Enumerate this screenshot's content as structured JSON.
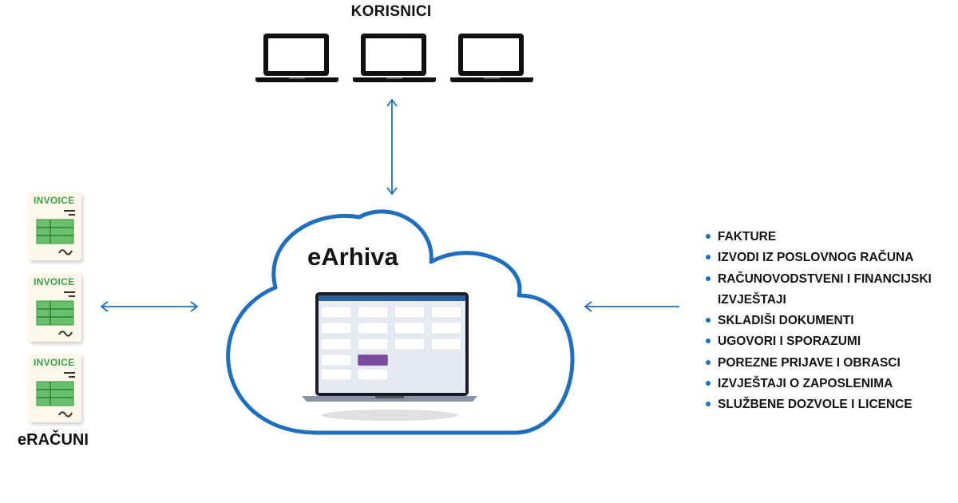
{
  "users": {
    "title": "KORISNICI",
    "laptops": [
      {
        "icon": "laptop-icon"
      },
      {
        "icon": "laptop-icon"
      },
      {
        "icon": "laptop-icon"
      }
    ]
  },
  "einvoices": {
    "label": "eRAČUNI",
    "cards": [
      {
        "word": "INVOICE"
      },
      {
        "word": "INVOICE"
      },
      {
        "word": "INVOICE"
      }
    ]
  },
  "cloud": {
    "title": "eArhiva"
  },
  "documents": {
    "items": [
      {
        "lines": [
          "FAKTURE"
        ]
      },
      {
        "lines": [
          "IZVODI IZ POSLOVNOG RAČUNA"
        ]
      },
      {
        "lines": [
          "RAČUNOVODSTVENI I FINANCIJSKI",
          "IZVJEŠTAJI"
        ]
      },
      {
        "lines": [
          "SKLADIŠI DOKUMENTI"
        ]
      },
      {
        "lines": [
          "UGOVORI I SPORAZUMI"
        ]
      },
      {
        "lines": [
          "POREZNE PRIJAVE I OBRASCI"
        ]
      },
      {
        "lines": [
          "IZVJEŠTAJI O ZAPOSLENIMA"
        ]
      },
      {
        "lines": [
          "SLUŽBENE DOZVOLE I LICENCE"
        ]
      }
    ]
  },
  "colors": {
    "accent_blue": "#1b6fc2",
    "cloud_stroke": "#1f6fc0",
    "invoice_green": "#3fa04a"
  }
}
